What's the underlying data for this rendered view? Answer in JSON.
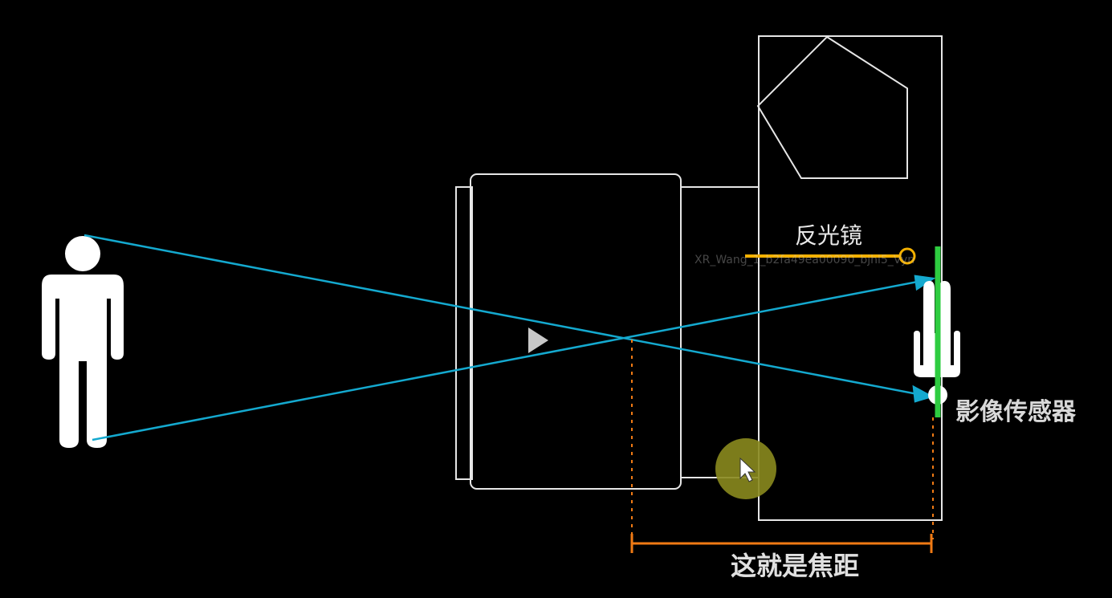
{
  "labels": {
    "mirror": "反光镜",
    "sensor": "影像传感器",
    "focal_length": "这就是焦距"
  },
  "watermark": "XR_Wang_1_b2fa49ea00090_bjhl5_Vyn",
  "colors": {
    "background": "#000000",
    "outline": "#e6e6e6",
    "ray": "#14a9cf",
    "mirror": "#f3b000",
    "sensor": "#2ecc40",
    "focal_marker": "#f07a14",
    "cursor_highlight": "#8a8a1e"
  },
  "icons": {
    "person": "person-icon",
    "play": "play-icon",
    "cursor": "cursor-icon",
    "pentaprism": "pentagon-shape"
  }
}
